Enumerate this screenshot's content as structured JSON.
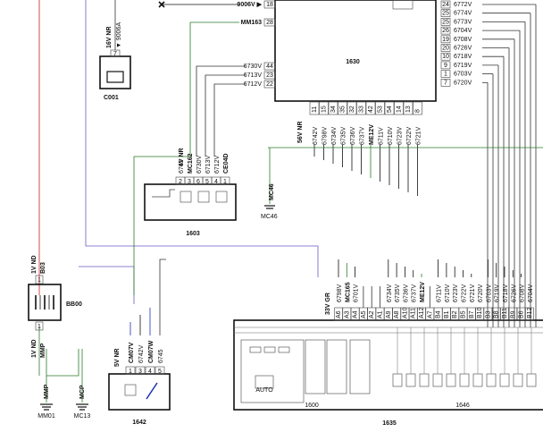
{
  "colors": {
    "wire": "#333333",
    "green": "#2a7a2a",
    "red": "#c8201e",
    "blue": "#1f2fb0",
    "purple": "#6b5ac8"
  },
  "components": {
    "c001": {
      "title": "C001",
      "connector": "16V NR",
      "wire": "9006A",
      "pin": "7"
    },
    "ecu1630": {
      "title": "1630",
      "top_rows": [
        {
          "wire": "9006V",
          "pin": "18"
        },
        {
          "wire": "MM163",
          "pin": "28"
        }
      ],
      "left_rows": [
        {
          "wire": "6730V",
          "pin": "44"
        },
        {
          "wire": "6713V",
          "pin": "23"
        },
        {
          "wire": "6712V",
          "pin": "22"
        }
      ],
      "right_rows": [
        {
          "pin": "24",
          "wire": "6772V"
        },
        {
          "pin": "25",
          "wire": "6774V"
        },
        {
          "pin": "25",
          "wire": "6773V"
        },
        {
          "pin": "26",
          "wire": "6704V"
        },
        {
          "pin": "19",
          "wire": "6708V"
        },
        {
          "pin": "20",
          "wire": "6726V"
        },
        {
          "pin": "10",
          "wire": "6718V"
        },
        {
          "pin": "9",
          "wire": "6719V"
        },
        {
          "pin": "1",
          "wire": "6703V"
        },
        {
          "pin": "7",
          "wire": "6720V"
        }
      ],
      "bottom_connector": "56V NR",
      "bottom_pins": [
        "11",
        "15",
        "34",
        "35",
        "32",
        "33",
        "42",
        "53",
        "54",
        "14",
        "13",
        "8"
      ],
      "bottom_wires": [
        "6742V",
        "6798V",
        "6734V",
        "6735V",
        "6736V",
        "6737V",
        "ME12V",
        "6711V",
        "6710V",
        "6723V",
        "6722V",
        "6721V"
      ]
    },
    "sensor1603": {
      "title": "1603",
      "connector": "6V NR",
      "pins": [
        "2",
        "3",
        "6",
        "5",
        "4",
        "1"
      ],
      "wires": [
        "6745",
        "MC162",
        "6730V",
        "6713V",
        "6712V",
        "CE04D"
      ]
    },
    "ground_mc46": {
      "code": "MC46",
      "label": "MC46"
    },
    "bb00": {
      "title": "BB00",
      "top_connector": "1V ND",
      "top_wire": "B03",
      "top_pin": "1",
      "bottom_connector": "1V ND",
      "bottom_wire": "MMP",
      "bottom_pin": "1"
    },
    "grounds_left": [
      {
        "code": "MMP",
        "label": "MM01"
      },
      {
        "code": "MCP",
        "label": "MC13"
      }
    ],
    "r1642": {
      "title": "1642",
      "connector": "5V NR",
      "pins": [
        "1",
        "3",
        "4",
        "5"
      ],
      "wires": [
        "CM07V",
        "6742V",
        "CM07W",
        "6745"
      ]
    },
    "bsi1635": {
      "title": "1635",
      "connector": "33V GR",
      "pins_a": [
        "A6",
        "A3",
        "A4",
        "A5",
        "A2",
        "A1",
        "A9",
        "A8",
        "A10",
        "A11",
        "A12",
        "A7"
      ],
      "wires_a": [
        "6798V",
        "MC165",
        "6701V",
        "",
        "",
        "",
        "6734V",
        "6735V",
        "6736V",
        "6737V",
        "ME12V",
        ""
      ],
      "pins_b": [
        "B4",
        "B1",
        "B2",
        "B5",
        "B7",
        "B10",
        "B3",
        "B8",
        "B11",
        "B9",
        "B6",
        "B12"
      ],
      "wires_b": [
        "6711V",
        "6710V",
        "6723V",
        "6722V",
        "6721V",
        "6720V",
        "6703V",
        "6719V",
        "6718V",
        "6726V",
        "6708V",
        "6704V"
      ],
      "sub_labels": [
        "1600",
        "1646"
      ],
      "auto_label": "AUTO"
    }
  }
}
